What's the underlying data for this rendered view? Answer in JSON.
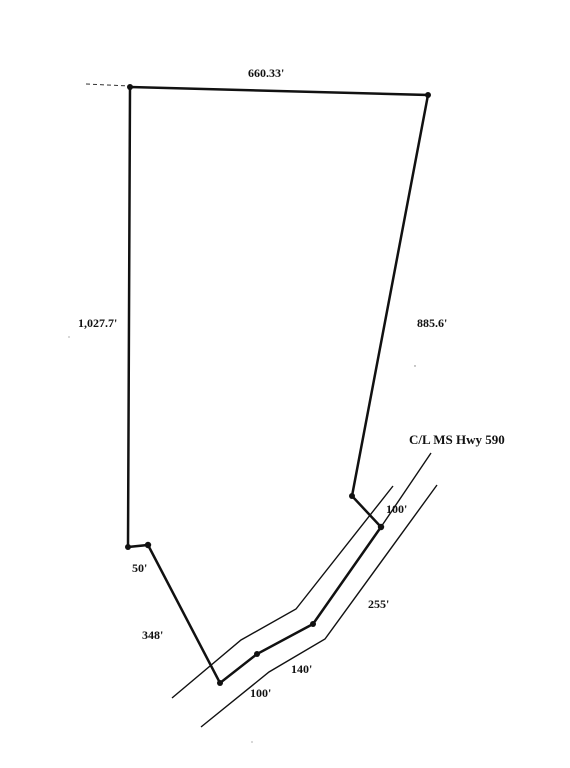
{
  "labels": {
    "top": "660.33'",
    "left": "1,027.7'",
    "right": "885.6'",
    "jog": "50'",
    "diag": "348'",
    "bottom_a": "100'",
    "bottom_b": "140'",
    "bottom_c": "255'",
    "bottom_d": "100'",
    "road": "C/L MS Hwy 590"
  },
  "colors": {
    "ink": "#111111",
    "paper": "#ffffff"
  }
}
